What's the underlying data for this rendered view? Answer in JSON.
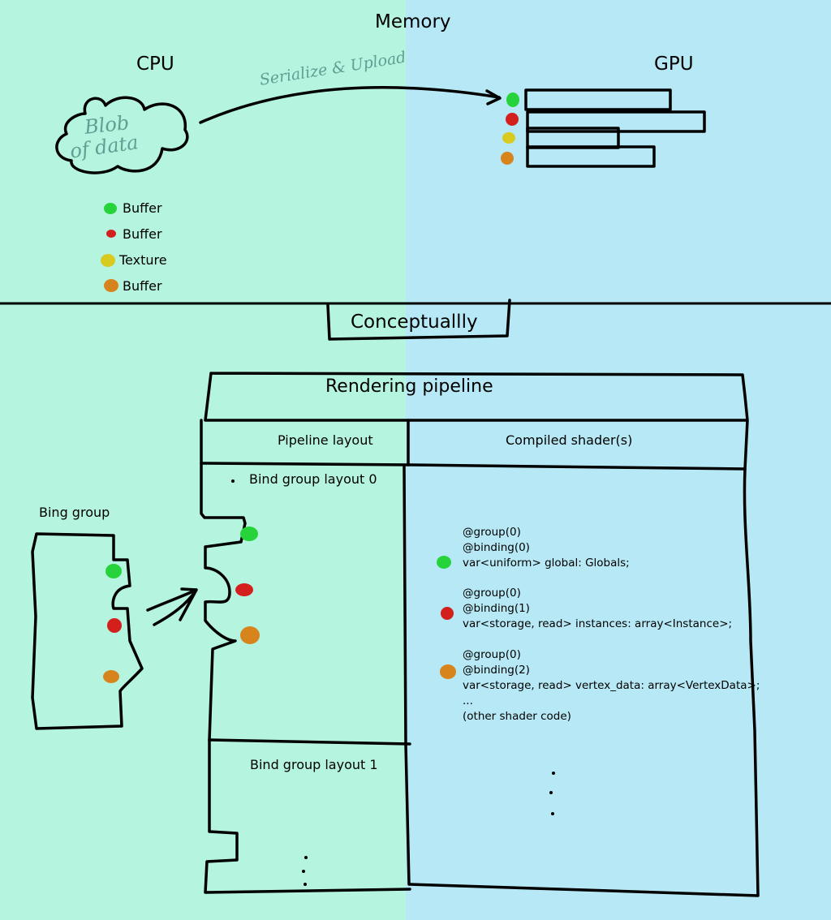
{
  "title": "Memory",
  "cpu_label": "CPU",
  "gpu_label": "GPU",
  "arrow_label": "Serialize & Upload",
  "blob": {
    "line1": "Blob",
    "line2": "of data"
  },
  "legend": [
    {
      "color": "#27d33a",
      "label": "Buffer"
    },
    {
      "color": "#d3201c",
      "label": "Buffer"
    },
    {
      "color": "#d8ca1e",
      "label": "Texture"
    },
    {
      "color": "#d8841c",
      "label": "Buffer"
    }
  ],
  "conceptually": "Conceptuallly",
  "bind_group_label": "Bing group",
  "pipeline": {
    "title": "Rendering pipeline",
    "layout_label": "Pipeline layout",
    "shader_label": "Compiled shader(s)",
    "bgl0": "Bind group layout 0",
    "bgl1": "Bind group layout 1"
  },
  "shader_code": [
    {
      "color": "#27d33a",
      "lines": [
        "@group(0)",
        "@binding(0)",
        "var<uniform> global: Globals;"
      ]
    },
    {
      "color": "#d3201c",
      "lines": [
        "@group(0)",
        "@binding(1)",
        "var<storage, read> instances: array<Instance>;"
      ]
    },
    {
      "color": "#d8841c",
      "lines": [
        "@group(0)",
        "@binding(2)",
        "var<storage, read> vertex_data: array<VertexData>;",
        "...",
        "(other shader code)"
      ]
    }
  ],
  "colors": {
    "left_bg": "#b5f4df",
    "right_bg": "#b6e9f5",
    "ink": "#000000"
  }
}
